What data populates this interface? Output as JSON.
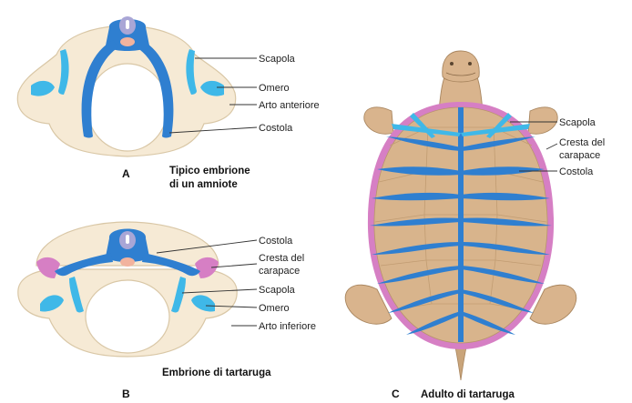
{
  "panel_a": {
    "letter": "A",
    "caption_line1": "Tipico embrione",
    "caption_line2": "di un amniote",
    "labels": {
      "scapula": "Scapola",
      "humerus": "Omero",
      "forelimb": "Arto anteriore",
      "rib": "Costola"
    }
  },
  "panel_b": {
    "letter": "B",
    "caption": "Embrione di tartaruga",
    "labels": {
      "rib": "Costola",
      "ridge_line1": "Cresta del",
      "ridge_line2": "carapace",
      "scapula": "Scapola",
      "humerus": "Omero",
      "hindlimb": "Arto inferiore"
    }
  },
  "panel_c": {
    "letter": "C",
    "caption": "Adulto di tartaruga",
    "labels": {
      "scapula": "Scapola",
      "ridge_line1": "Cresta del",
      "ridge_line2": "carapace",
      "rib": "Costola"
    }
  },
  "colors": {
    "bone": "#2f7fd0",
    "cartilage": "#3fb8e8",
    "tissue": "#f6ead5",
    "tissue_edge": "#d9c7a6",
    "carapace_ridge": "#d67fc4",
    "neural_tube": "#a9a6d6",
    "notochord": "#f2b39e",
    "shell": "#d8b48c",
    "skin": "#d9b48d"
  }
}
